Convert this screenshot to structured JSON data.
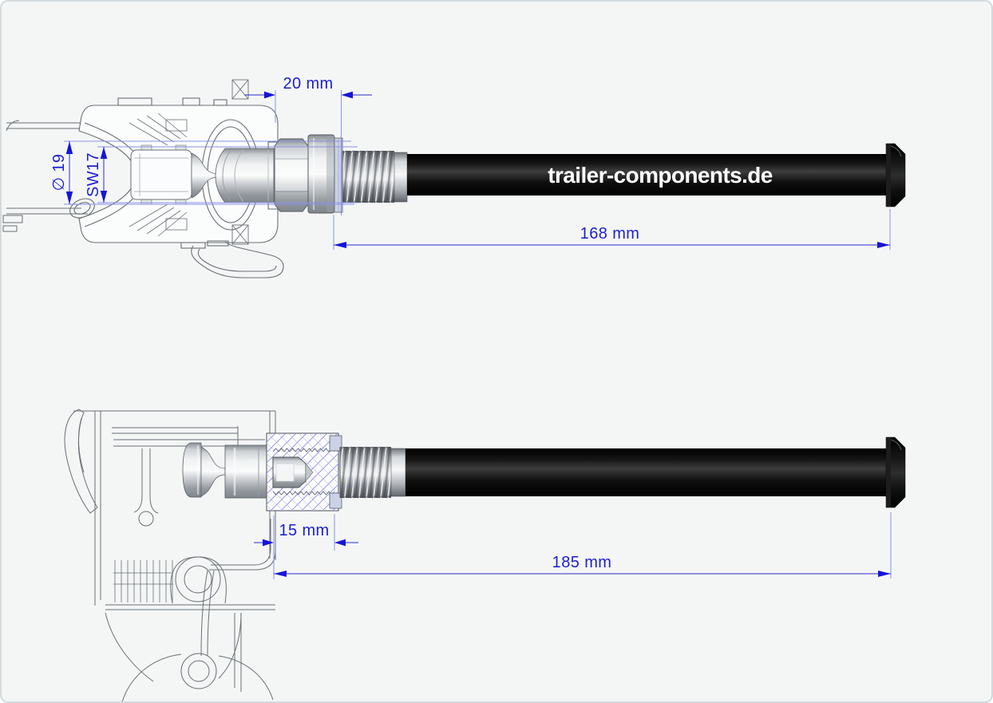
{
  "brand": {
    "label": "trailer-components.de"
  },
  "top_view": {
    "dim_offset": "20 mm",
    "dim_length": "168 mm",
    "dim_diameter": "∅ 19",
    "dim_wrench": "SW17"
  },
  "bottom_view": {
    "dim_thread": "15 mm",
    "dim_length": "185 mm"
  },
  "colors": {
    "dimension_blue": "#1e1ed2",
    "extension_blue": "#8a92e4",
    "hatch_blue": "#8a8ae0",
    "axle_black": "#0b0b0b",
    "line_gray": "#6a7076",
    "background": "#f4f6f6",
    "border": "#d3dadd"
  }
}
